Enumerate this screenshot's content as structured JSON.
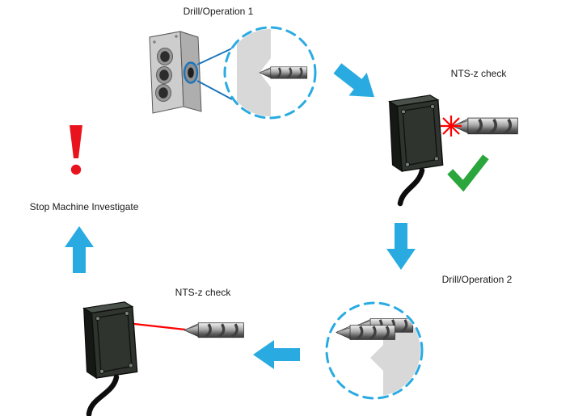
{
  "diagram": {
    "steps": {
      "operation1": {
        "label": "Drill/Operation 1"
      },
      "check1": {
        "label": "NTS-z check",
        "result_icon": "green-check"
      },
      "operation2": {
        "label": "Drill/Operation 2"
      },
      "check2": {
        "label": "NTS-z check",
        "result_icon": "red-laser"
      },
      "stop": {
        "label": "Stop Machine Investigate",
        "alert_icon": "red-exclamation"
      }
    },
    "flow": [
      "operation1",
      "check1",
      "operation2",
      "check2",
      "stop"
    ]
  },
  "colors": {
    "arrow_blue": "#29ABE2",
    "callout_blue": "#1C75BC",
    "laser_red": "#FF0000",
    "alert_red": "#E8131D",
    "check_green": "#2BA63C",
    "workpiece_gray": "#D8D8D8",
    "machine_gray": "#CDCDCD",
    "sensor_dark": "#2F342F"
  },
  "icons": {
    "machine": "drill-machine-icon",
    "zoom": "zoom-circle-icon",
    "sensor": "nts-z-sensor-icon",
    "drill": "drill-bit-icon",
    "laser_spot": "laser-spot-icon",
    "laser_beam": "laser-beam-icon",
    "check": "green-check-icon",
    "alert": "exclamation-icon",
    "arrow": "flow-arrow-icon"
  }
}
